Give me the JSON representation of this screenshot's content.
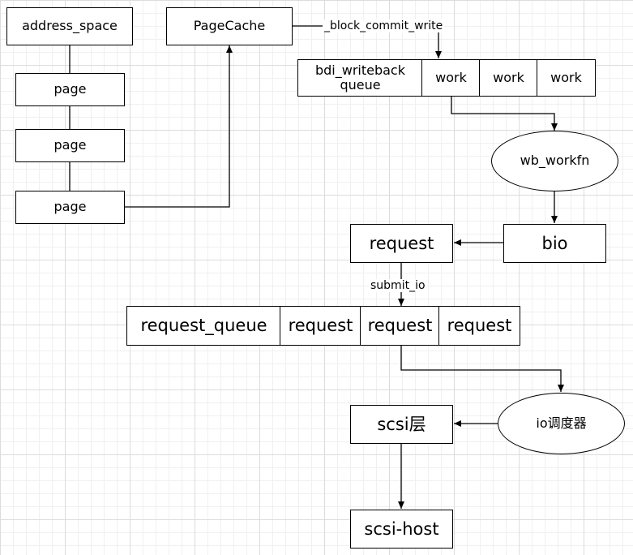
{
  "nodes": {
    "address_space": "address_space",
    "page_1": "page",
    "page_2": "page",
    "page_3": "page",
    "pagecache": "PageCache",
    "bdi_queue": "bdi_writeback queue",
    "work_1": "work",
    "work_2": "work",
    "work_3": "work",
    "wb_workfn": "wb_workfn",
    "bio": "bio",
    "request_top": "request",
    "request_queue": "request_queue",
    "rq_request_1": "request",
    "rq_request_2": "request",
    "rq_request_3": "request",
    "io_scheduler": "io调度器",
    "scsi_layer": "scsi层",
    "scsi_host": "scsi-host"
  },
  "edges": {
    "block_commit_write": "_block_commit_write",
    "submit_io": "submit_io"
  },
  "colors": {
    "stroke": "#000000",
    "fill": "#ffffff",
    "grid": "#dcdcdc"
  }
}
